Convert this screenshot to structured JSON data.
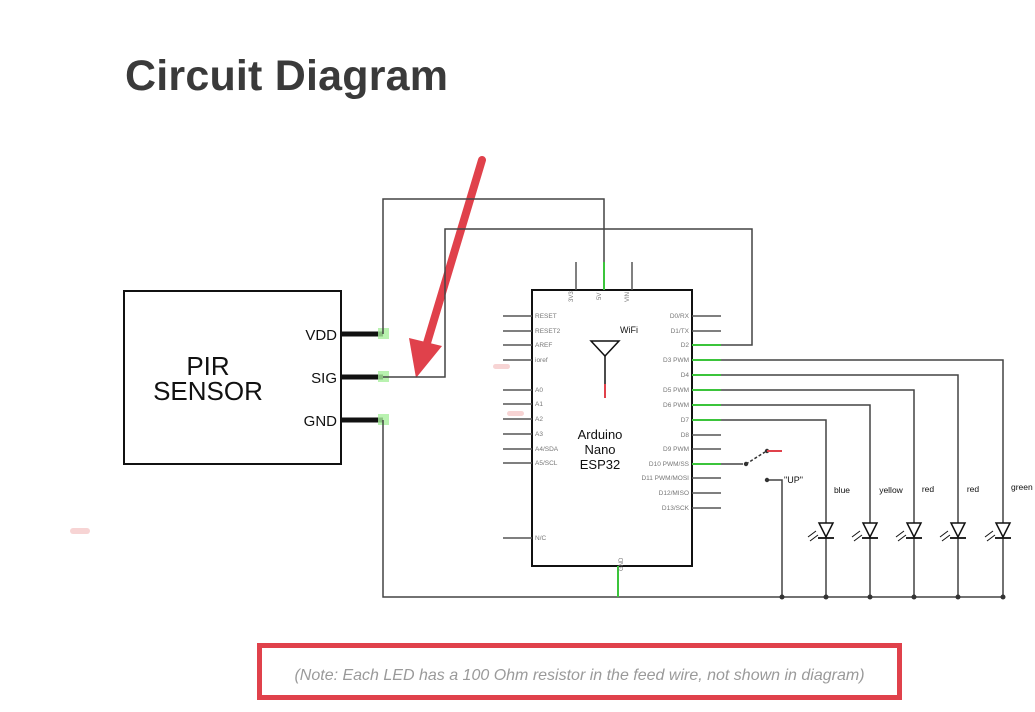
{
  "page": {
    "title": "Circuit Diagram"
  },
  "pir_sensor": {
    "label_line1": "PIR",
    "label_line2": "SENSOR",
    "pins": [
      "VDD",
      "SIG",
      "GND"
    ]
  },
  "board": {
    "name_line1": "Arduino",
    "name_line2": "Nano",
    "name_line3": "ESP32",
    "wifi_label": "WiFi",
    "top_pins": [
      "3V3",
      "5V",
      "VIN"
    ],
    "left_pins": [
      "RESET",
      "RESET2",
      "AREF",
      "ioref",
      "A0",
      "A1",
      "A2",
      "A3",
      "A4/SDA",
      "A5/SCL",
      "N/C"
    ],
    "right_pins": [
      "D0/RX",
      "D1/TX",
      "D2",
      "D3 PWM",
      "D4",
      "D5 PWM",
      "D6 PWM",
      "D7",
      "D8",
      "D9 PWM",
      "D10 PWM/SS",
      "D11 PWM/MOSI",
      "D12/MISO",
      "D13/SCK"
    ],
    "bottom_pin": "GND"
  },
  "switch": {
    "label": "\"UP\""
  },
  "leds": [
    "blue",
    "yellow",
    "red",
    "red",
    "green"
  ],
  "note": {
    "text": "(Note: Each LED has a 100 Ohm resistor in the feed wire, not shown in diagram)"
  }
}
